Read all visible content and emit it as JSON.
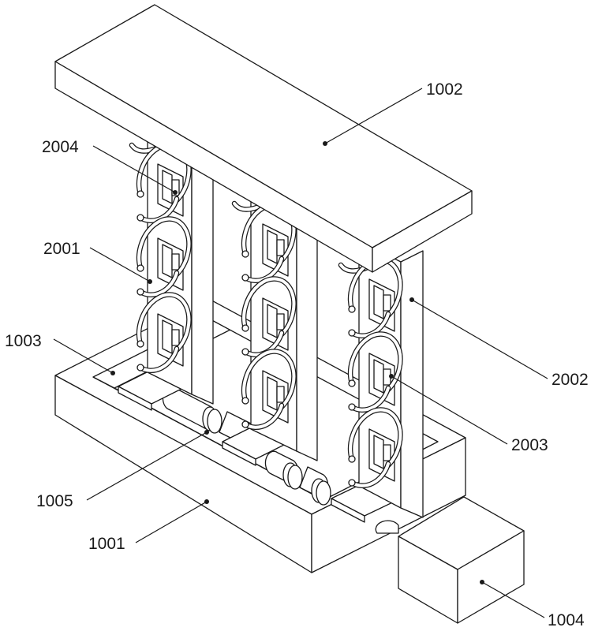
{
  "figure": {
    "type": "patent-line-drawing",
    "description": "Isometric view of a frame with top plate, base with groove, three vertical columns carrying open ring hooks, rollers in the base groove and a box unit at the corner",
    "colors": {
      "line": "#1a1a1a",
      "background": "#ffffff"
    }
  },
  "labels": [
    {
      "id": "1001",
      "text": "1001",
      "part": "base"
    },
    {
      "id": "1002",
      "text": "1002",
      "part": "top-plate"
    },
    {
      "id": "1003",
      "text": "1003",
      "part": "groove"
    },
    {
      "id": "1004",
      "text": "1004",
      "part": "box-unit"
    },
    {
      "id": "1005",
      "text": "1005",
      "part": "roller"
    },
    {
      "id": "2001",
      "text": "2001",
      "part": "ring-hook"
    },
    {
      "id": "2002",
      "text": "2002",
      "part": "column"
    },
    {
      "id": "2003",
      "text": "2003",
      "part": "hook-mount"
    },
    {
      "id": "2004",
      "text": "2004",
      "part": "hook-pin"
    }
  ]
}
